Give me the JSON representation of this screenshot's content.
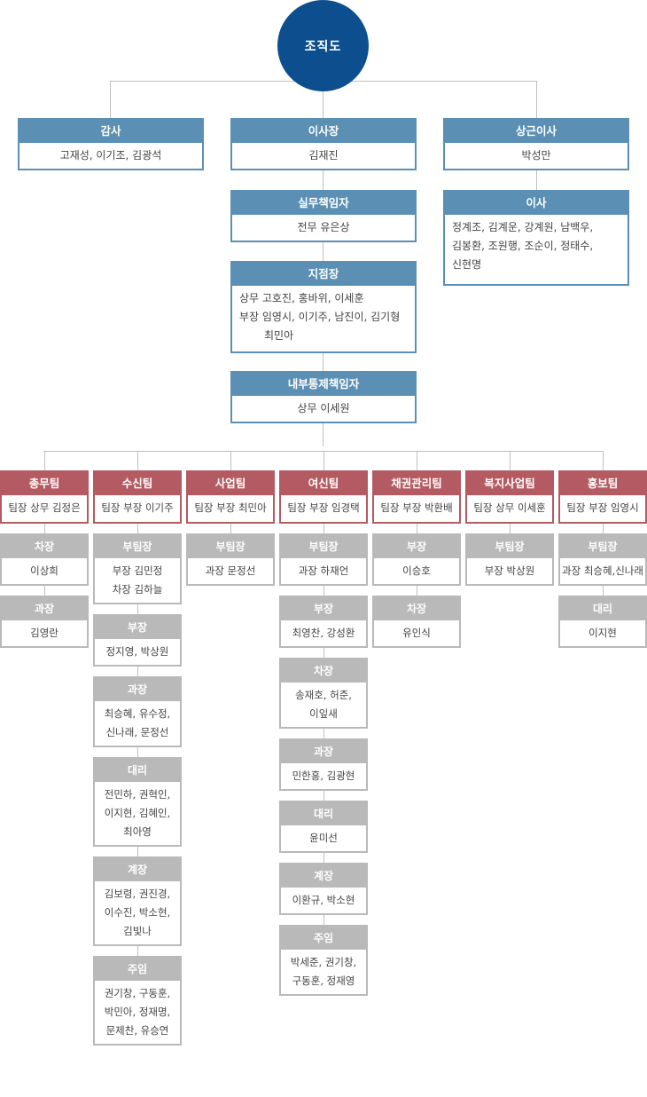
{
  "root": {
    "label": "조직도"
  },
  "top": {
    "audit": {
      "title": "감사",
      "body": "고재성, 이기조, 김광석"
    },
    "chairman": {
      "title": "이사장",
      "body": "김재진"
    },
    "standing": {
      "title": "상근이사",
      "body": "박성만"
    },
    "directors": {
      "title": "이사",
      "lines": [
        "정계조, 김계운, 강계원, 남백우,",
        "김봉환, 조원행, 조순이, 정태수,",
        "신현명"
      ]
    },
    "practical": {
      "title": "실무책임자",
      "body": "전무 유은상"
    },
    "branch": {
      "title": "지점장",
      "lines": [
        "상무 고호진, 홍바위, 이세훈",
        "부장 임영시, 이기주, 남진이, 김기형",
        "최민아"
      ]
    },
    "internal": {
      "title": "내부통제책임자",
      "body": "상무 이세원"
    }
  },
  "teams": [
    {
      "title": "총무팀",
      "head": "팀장 상무 김정은",
      "ranks": [
        {
          "title": "차장",
          "lines": [
            "이상희"
          ]
        },
        {
          "title": "과장",
          "lines": [
            "김영란"
          ]
        }
      ]
    },
    {
      "title": "수신팀",
      "head": "팀장 부장 이기주",
      "ranks": [
        {
          "title": "부팀장",
          "lines": [
            "부장 김민정",
            "차장 김하늘"
          ]
        },
        {
          "title": "부장",
          "lines": [
            "정지영, 박상원"
          ]
        },
        {
          "title": "과장",
          "lines": [
            "최승혜, 유수정,",
            "신나래, 문정선"
          ]
        },
        {
          "title": "대리",
          "lines": [
            "전민하, 권혁인,",
            "이지현, 김혜인,",
            "최아영"
          ]
        },
        {
          "title": "계장",
          "lines": [
            "김보령, 권진경,",
            "이수진, 박소현,",
            "김빛나"
          ]
        },
        {
          "title": "주임",
          "lines": [
            "권기창, 구동훈,",
            "박민아, 정재명,",
            "문제찬, 유승연"
          ]
        }
      ]
    },
    {
      "title": "사업팀",
      "head": "팀장 부장 최민아",
      "ranks": [
        {
          "title": "부팀장",
          "lines": [
            "과장 문정선"
          ]
        }
      ]
    },
    {
      "title": "여신팀",
      "head": "팀장 부장 임경택",
      "ranks": [
        {
          "title": "부팀장",
          "lines": [
            "과장 하재언"
          ]
        },
        {
          "title": "부장",
          "lines": [
            "최영찬, 강성환"
          ]
        },
        {
          "title": "차장",
          "lines": [
            "송재호, 허준,",
            "이잎새"
          ]
        },
        {
          "title": "과장",
          "lines": [
            "민한홍, 김광현"
          ]
        },
        {
          "title": "대리",
          "lines": [
            "윤미선"
          ]
        },
        {
          "title": "계장",
          "lines": [
            "이환규, 박소현"
          ]
        },
        {
          "title": "주임",
          "lines": [
            "박세준, 권기창,",
            "구동훈, 정재영"
          ]
        }
      ]
    },
    {
      "title": "채권관리팀",
      "head": "팀장 부장 박환배",
      "ranks": [
        {
          "title": "부장",
          "lines": [
            "이승호"
          ]
        },
        {
          "title": "차장",
          "lines": [
            "유인식"
          ]
        }
      ]
    },
    {
      "title": "복지사업팀",
      "head": "팀장 상무 이세훈",
      "ranks": [
        {
          "title": "부팀장",
          "lines": [
            "부장 박상원"
          ]
        }
      ]
    },
    {
      "title": "홍보팀",
      "head": "팀장 부장 임영시",
      "ranks": [
        {
          "title": "부팀장",
          "lines": [
            "과장 최승혜,신나래"
          ]
        },
        {
          "title": "대리",
          "lines": [
            "이지현"
          ]
        }
      ]
    }
  ]
}
